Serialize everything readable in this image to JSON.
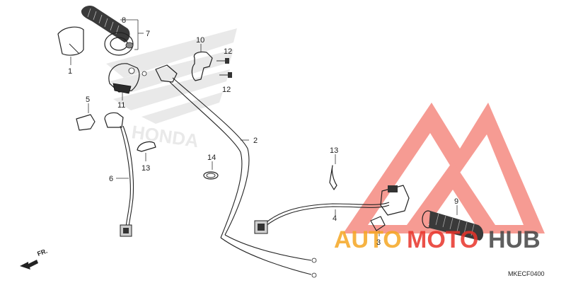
{
  "diagram": {
    "reference_code": "MKECF0400",
    "direction_label": "FR.",
    "watermark": {
      "text_part_1": "AUTO",
      "text_part_2": "MOTO",
      "text_part_3": "HUB",
      "color_primary": "#f5a623",
      "color_secondary": "#e8332a",
      "color_tertiary": "#444444"
    },
    "background_logo_text": "HONDA",
    "callouts": [
      {
        "id": "c1",
        "label": "1"
      },
      {
        "id": "c2",
        "label": "2"
      },
      {
        "id": "c3",
        "label": "3"
      },
      {
        "id": "c4",
        "label": "4"
      },
      {
        "id": "c5",
        "label": "5"
      },
      {
        "id": "c6",
        "label": "6"
      },
      {
        "id": "c7",
        "label": "7"
      },
      {
        "id": "c8",
        "label": "8"
      },
      {
        "id": "c9",
        "label": "9"
      },
      {
        "id": "c10",
        "label": "10"
      },
      {
        "id": "c11",
        "label": "11"
      },
      {
        "id": "c12a",
        "label": "12"
      },
      {
        "id": "c12b",
        "label": "12"
      },
      {
        "id": "c13a",
        "label": "13"
      },
      {
        "id": "c13b",
        "label": "13"
      },
      {
        "id": "c14",
        "label": "14"
      }
    ]
  }
}
